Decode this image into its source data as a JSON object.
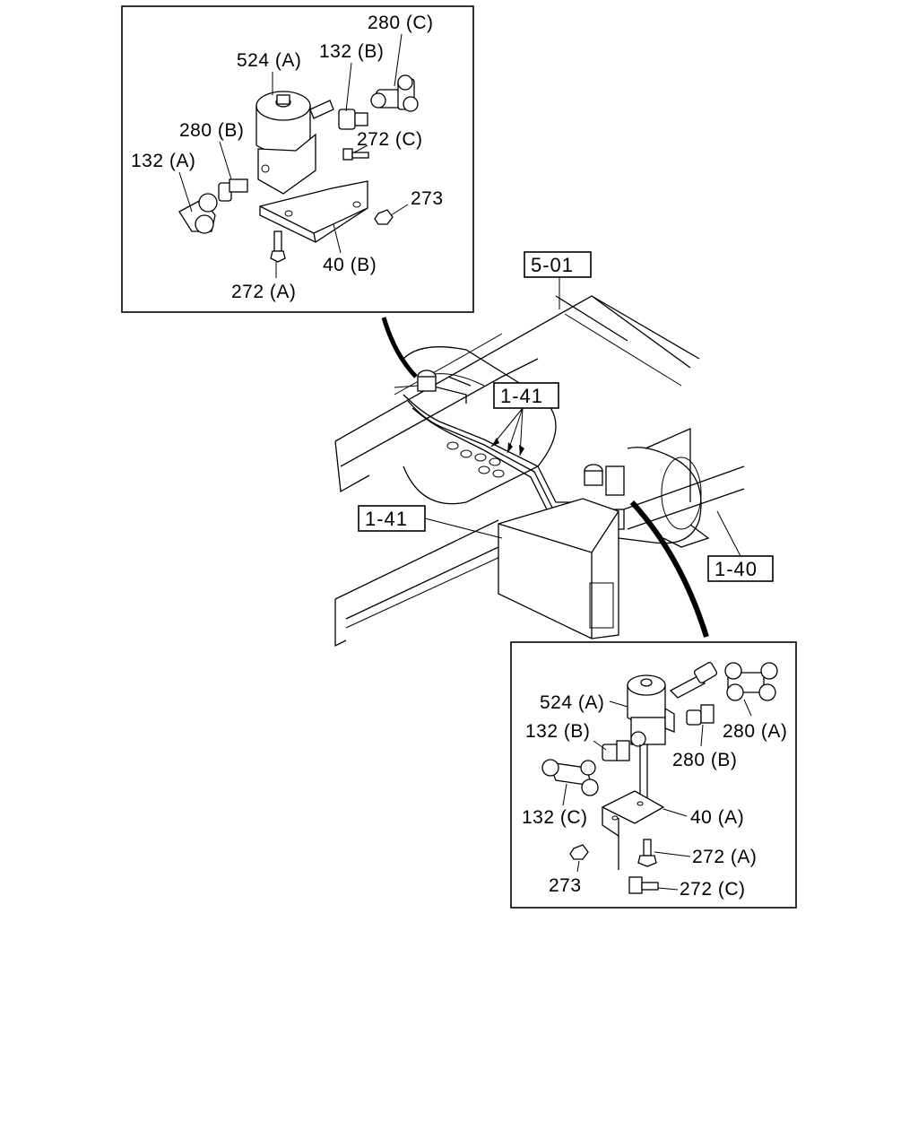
{
  "top_inset": {
    "labels": {
      "valve": "524 (A)",
      "nipple_b": "132 (B)",
      "tee_c": "280 (C)",
      "fitting_b": "280 (B)",
      "elbow_a": "132 (A)",
      "bolt_c": "272 (C)",
      "nut": "273",
      "bracket_b": "40 (B)",
      "bolt_a": "272 (A)"
    }
  },
  "main_view": {
    "refs": {
      "ref_501": "5-01",
      "ref_141_pipes": "1-41",
      "ref_141_box": "1-41",
      "ref_140": "1-40"
    }
  },
  "bottom_inset": {
    "labels": {
      "valve": "524 (A)",
      "nipple_b": "132 (B)",
      "tee_a": "280 (A)",
      "fitting_b": "280 (B)",
      "tee_c": "132 (C)",
      "bracket_a": "40 (A)",
      "bolt_a": "272 (A)",
      "nut": "273",
      "bolt_c": "272 (C)"
    }
  },
  "colors": {
    "line": "#000000",
    "background": "#ffffff"
  }
}
